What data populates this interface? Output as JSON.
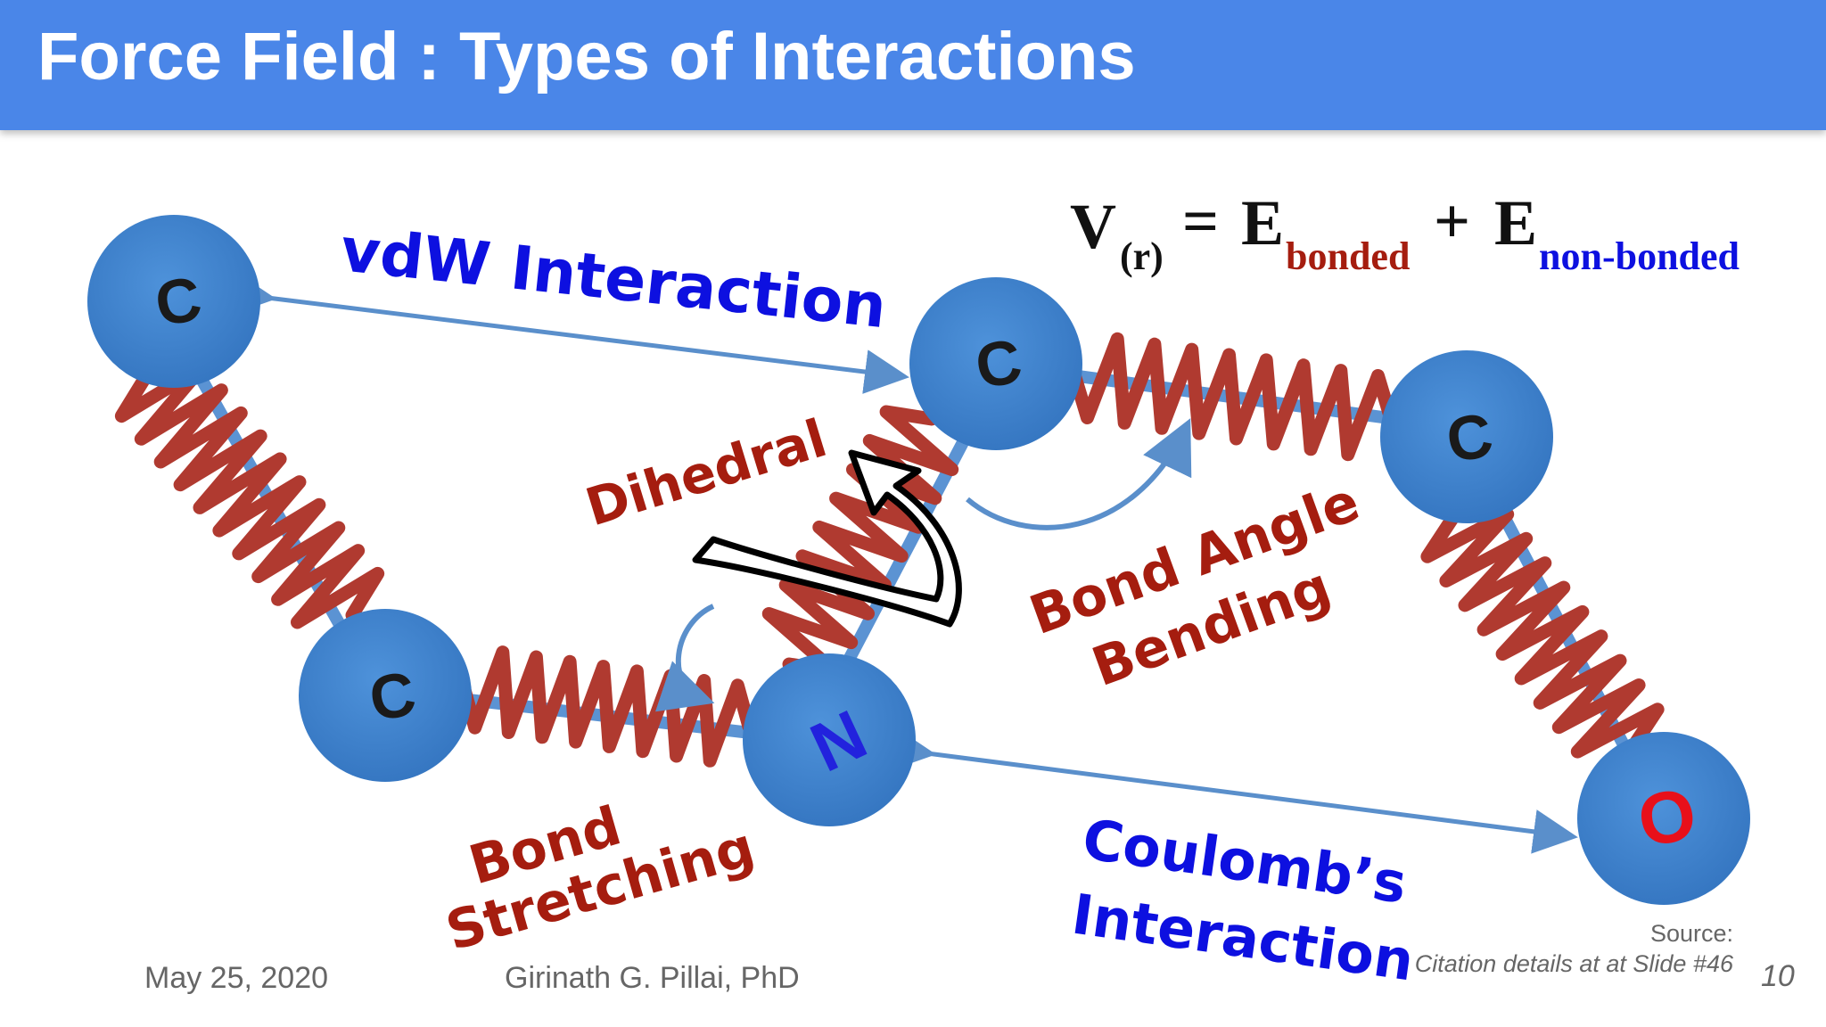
{
  "slide": {
    "title": "Force Field : Types of Interactions",
    "date": "May 25, 2020",
    "author": "Girinath G. Pillai, PhD",
    "source_label": "Source:",
    "citation": "Citation details at at Slide #46",
    "page_number": "10"
  },
  "equation": {
    "lhs": "V",
    "lhs_sub": "(r)",
    "equals": "=",
    "term1": "E",
    "term1_sub": "bonded",
    "plus": "+",
    "term2": "E",
    "term2_sub": "non-bonded"
  },
  "atoms": {
    "c1": "C",
    "c2": "C",
    "c3": "C",
    "c4": "C",
    "n": "N",
    "o": "O"
  },
  "labels": {
    "vdw": "vdW Interaction",
    "dihedral": "Dihedral",
    "bond_angle_1": "Bond Angle",
    "bond_angle_2": "Bending",
    "bond_stretch_1": "Bond",
    "bond_stretch_2": "Stretching",
    "coulomb_1": "Coulomb’s",
    "coulomb_2": "Interaction"
  },
  "colors": {
    "header": "#4a86e8",
    "atom": "#3e84cf",
    "bond": "#5b93d3",
    "spring": "#b03a30",
    "label_blue": "#0d10e0",
    "label_red": "#a51d0f",
    "arrow": "#5a8fcb"
  }
}
